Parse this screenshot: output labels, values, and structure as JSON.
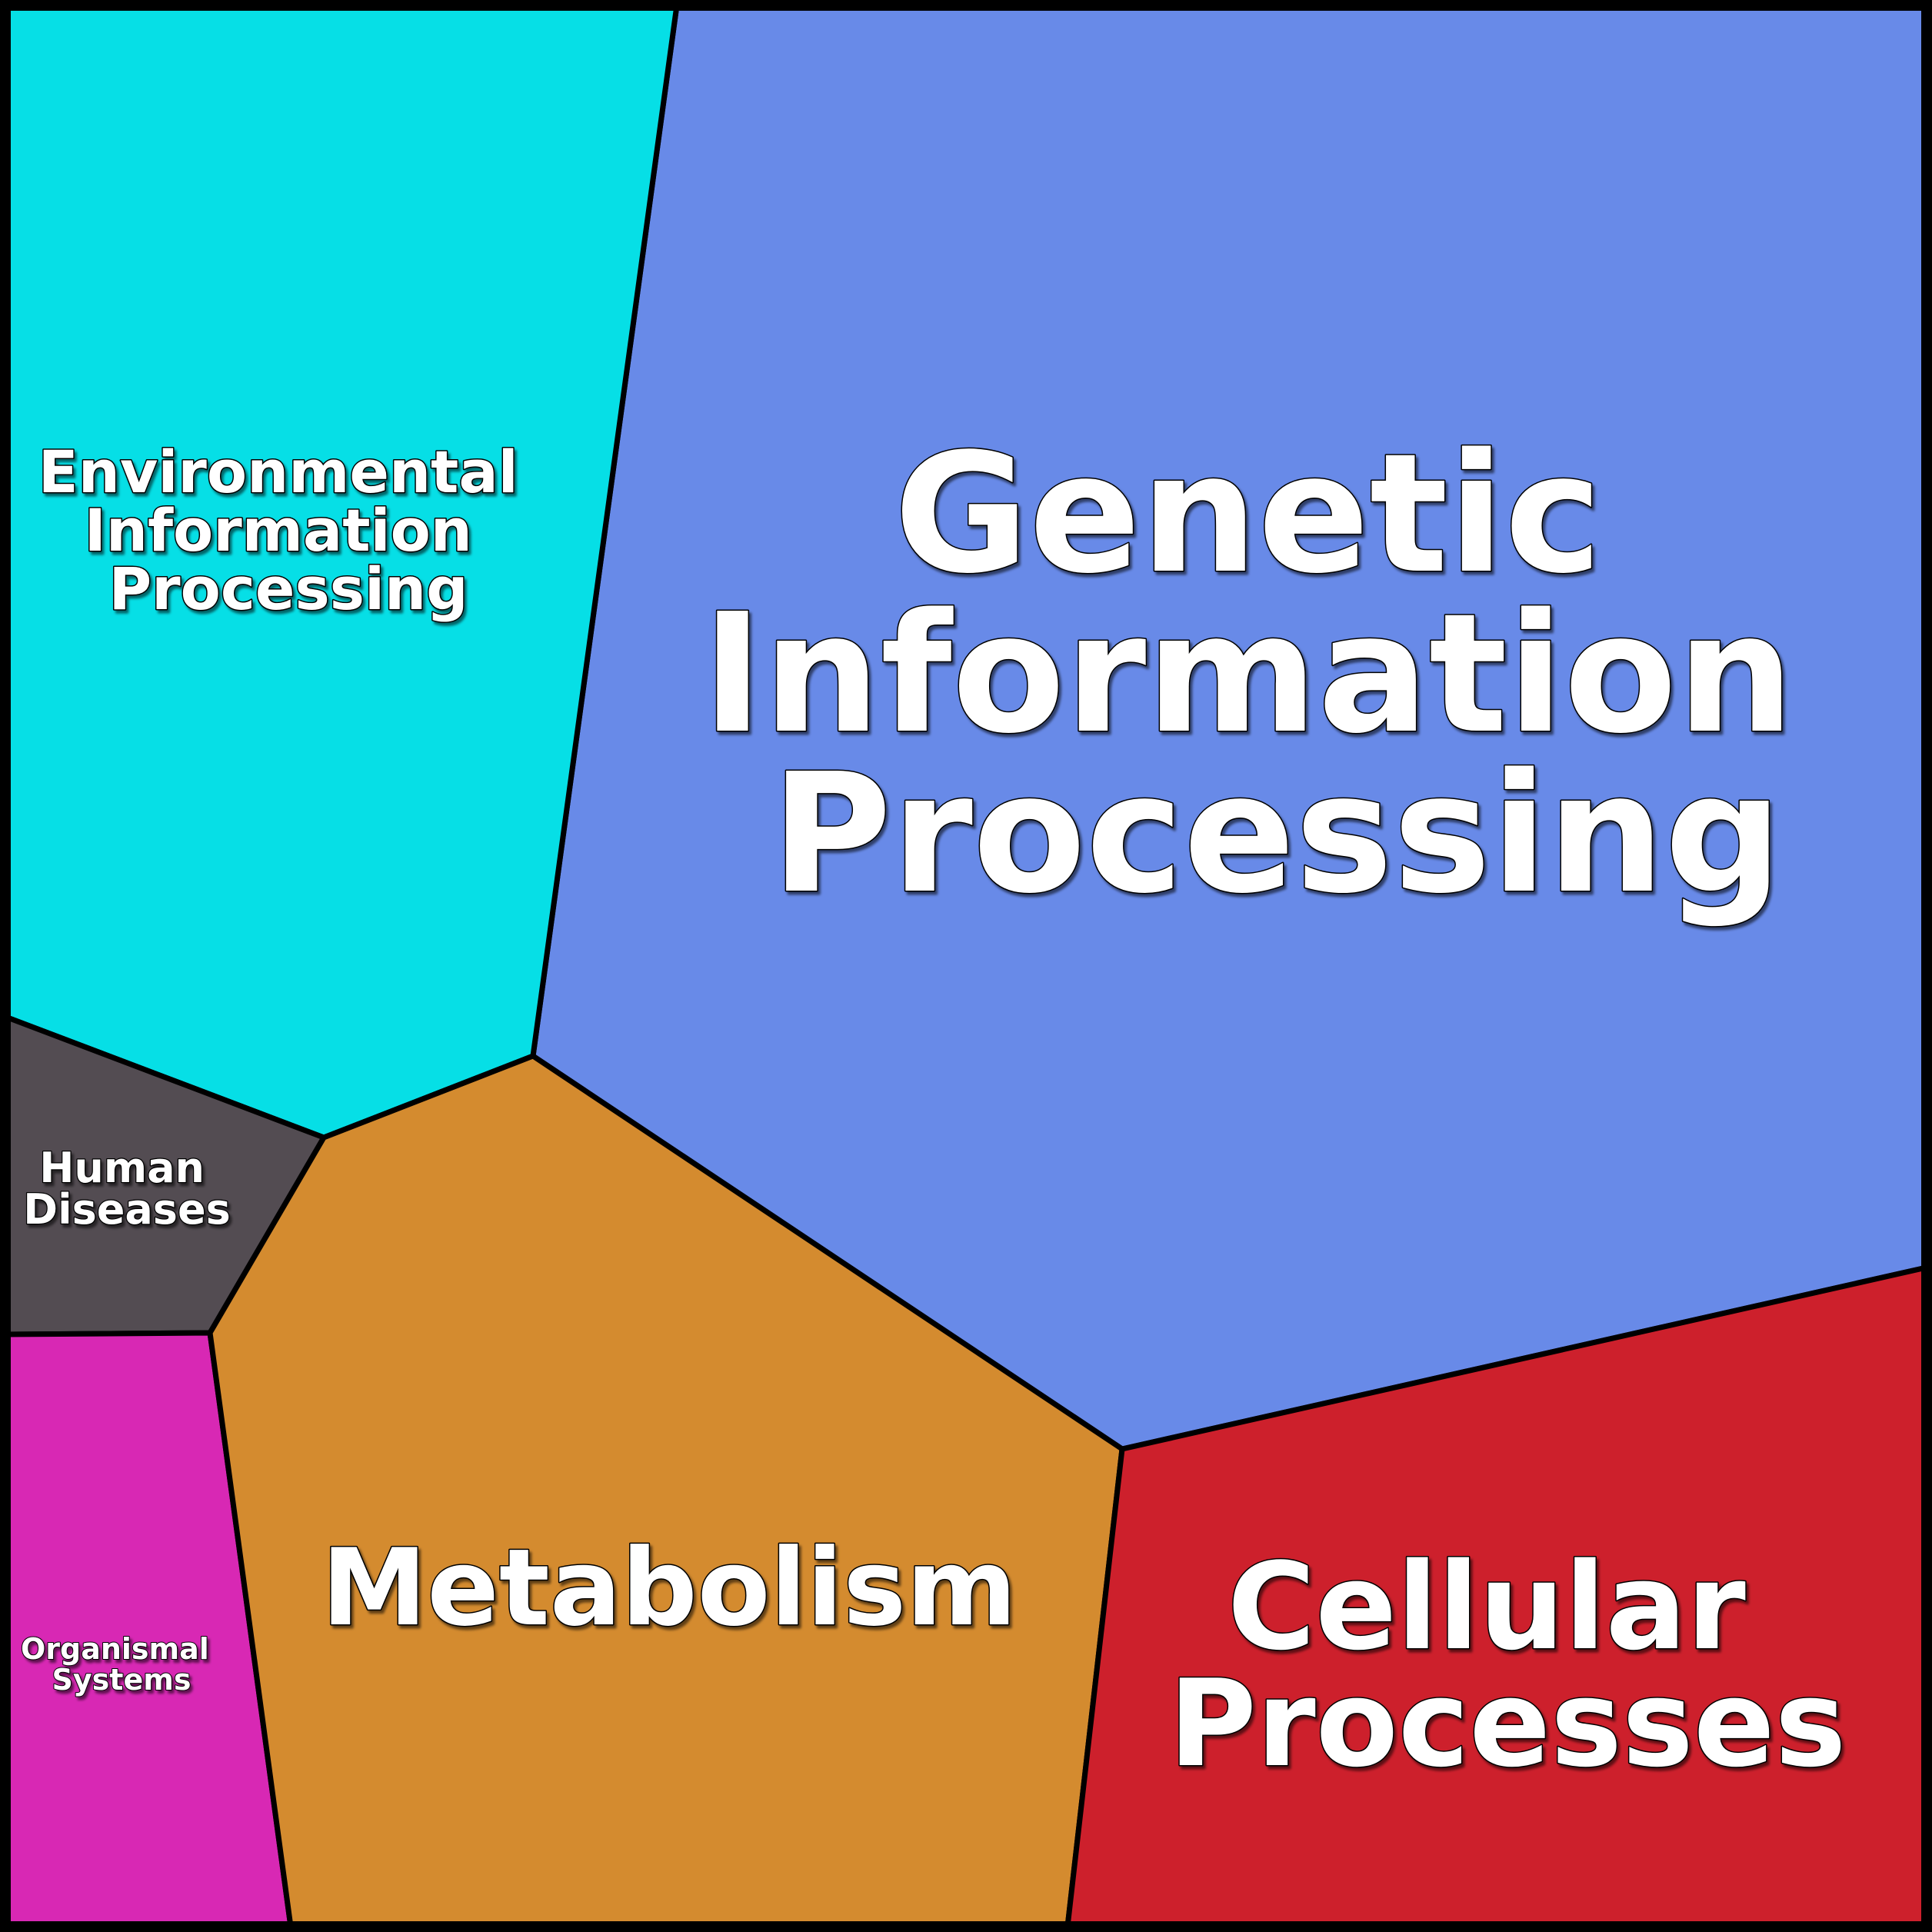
{
  "chart_data": {
    "type": "voronoi-treemap",
    "title": "",
    "cells": [
      {
        "key": "genetic",
        "name": "Genetic Information Processing",
        "lines": [
          "Genetic",
          "Information",
          "Processing"
        ],
        "color": "#688ae8"
      },
      {
        "key": "environmental",
        "name": "Environmental Information Processing",
        "lines": [
          "Environmental",
          "Information",
          "Processing"
        ],
        "color": "#06dfe6"
      },
      {
        "key": "human",
        "name": "Human Diseases",
        "lines": [
          "Human",
          "Diseases"
        ],
        "color": "#534c52"
      },
      {
        "key": "organismal",
        "name": "Organismal Systems",
        "lines": [
          "Organismal",
          "Systems"
        ],
        "color": "#d828b4"
      },
      {
        "key": "metabolism",
        "name": "Metabolism",
        "lines": [
          "Metabolism"
        ],
        "color": "#d48b2f"
      },
      {
        "key": "cellular",
        "name": "Cellular Processes",
        "lines": [
          "Cellular",
          "Processes"
        ],
        "color": "#cd202c"
      }
    ]
  }
}
